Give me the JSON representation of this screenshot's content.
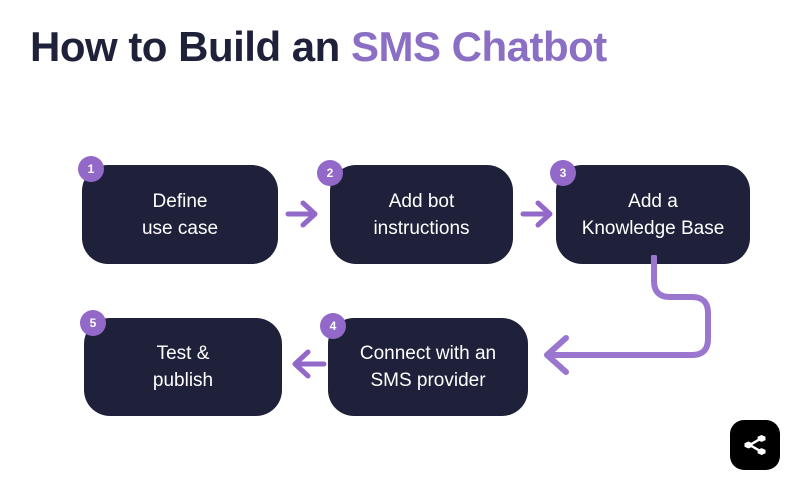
{
  "title": {
    "text_plain": "How to Build an ",
    "text_accent": "SMS Chatbot",
    "plain_color": "#1e2139",
    "accent_color": "#8b6fc4"
  },
  "colors": {
    "box_fill": "#1e2139",
    "box_text": "#ffffff",
    "badge_fill": "#9268c9",
    "badge_text": "#ffffff",
    "arrow": "#9268c9",
    "connector": "#9a76cf",
    "background": "#ffffff",
    "share_badge_bg": "#000000",
    "share_icon": "#ffffff"
  },
  "flow": {
    "steps": [
      {
        "number": "1",
        "label": "Define\nuse case"
      },
      {
        "number": "2",
        "label": "Add bot\ninstructions"
      },
      {
        "number": "3",
        "label": "Add a\nKnowledge Base"
      },
      {
        "number": "4",
        "label": "Connect with an\nSMS provider"
      },
      {
        "number": "5",
        "label": "Test &\npublish"
      }
    ],
    "connectors": [
      {
        "name": "arrow-step1-to-step2",
        "direction": "right"
      },
      {
        "name": "arrow-step2-to-step3",
        "direction": "right"
      },
      {
        "name": "curve-step3-to-step4",
        "direction": "down-left"
      },
      {
        "name": "arrow-step4-to-step5",
        "direction": "left"
      }
    ]
  },
  "share": {
    "icon": "share-nodes-icon"
  }
}
